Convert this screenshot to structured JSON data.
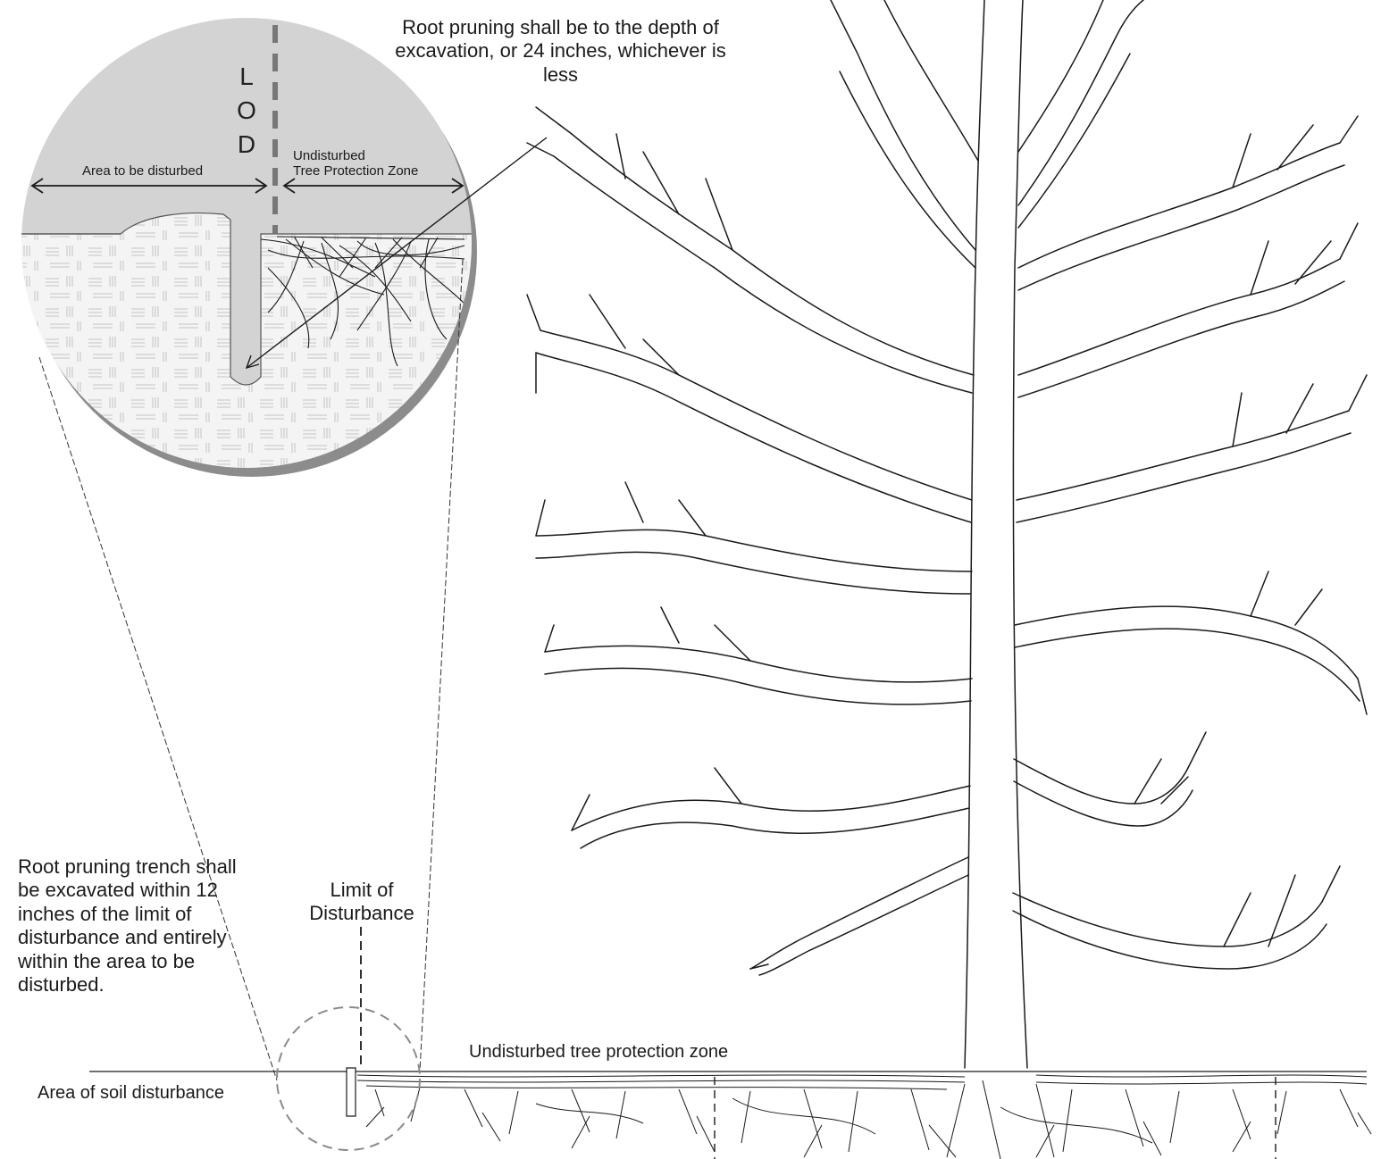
{
  "notes": {
    "root_pruning_depth": "Root pruning shall be to the depth of excavation, or 24 inches, whichever is less",
    "root_pruning_trench": "Root pruning trench shall be excavated within 12 inches of the limit of disturbance and entirely within the area to be disturbed."
  },
  "labels": {
    "limit_of_disturbance": "Limit of Disturbance",
    "undisturbed_tpz": "Undisturbed tree protection zone",
    "area_of_soil_disturbance": "Area of soil disturbance"
  },
  "inset": {
    "lod_letters": [
      "L",
      "O",
      "D"
    ],
    "area_to_be_disturbed": "Area to be disturbed",
    "undisturbed_tpz_line1": "Undisturbed",
    "undisturbed_tpz_line2": "Tree Protection Zone"
  },
  "colors": {
    "inset_sky": "#d3d3d3",
    "inset_rim": "#8c8c8c",
    "soil_pattern": "#cfcfcf",
    "line": "#1a1a1a"
  }
}
